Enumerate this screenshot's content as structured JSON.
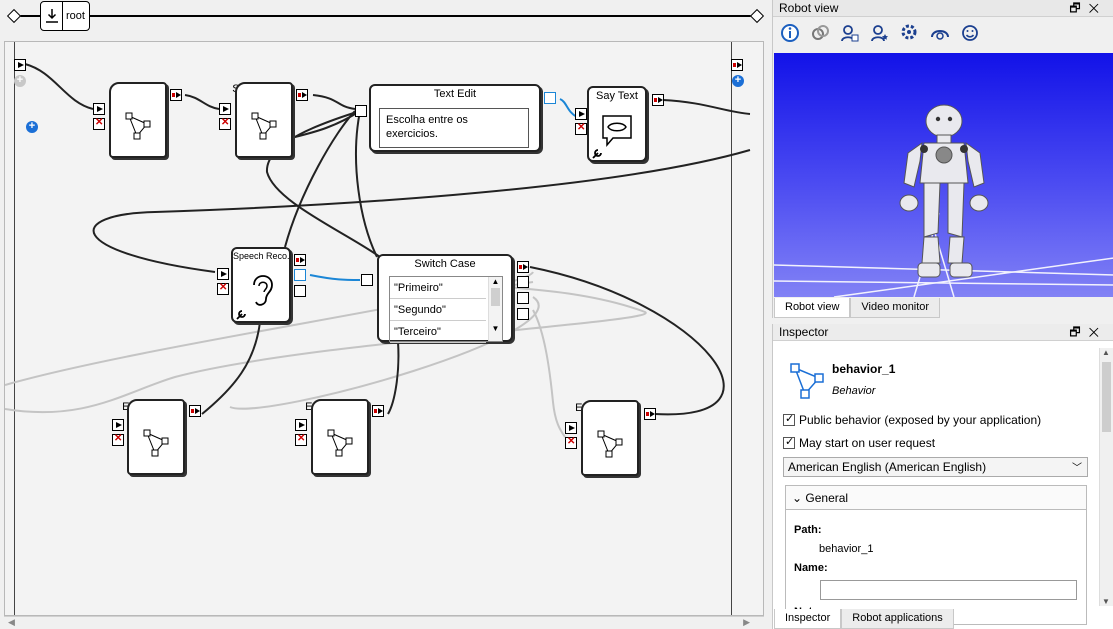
{
  "breadcrumb": {
    "root_label": "root"
  },
  "boxes": {
    "setup": "Setup",
    "startcond": "StartCond",
    "textedit": "Text Edit",
    "textedit_value": "Escolha entre os exercicios.",
    "saytext": "Say Text",
    "speechreco": "Speech Reco.",
    "switchcase": "Switch Case",
    "switch_items": [
      "\"Primeiro\"",
      "\"Segundo\"",
      "\"Terceiro\""
    ],
    "ex1": "Exercicio 1",
    "ex2": "Exercicio 2",
    "ex3": "Exercicio 3"
  },
  "robot_panel": {
    "title": "Robot view",
    "tabs": [
      "Robot view",
      "Video monitor"
    ],
    "toolbar_icons": [
      "info-icon",
      "chain-icon",
      "lock-person-icon",
      "star-person-icon",
      "gear-person-icon",
      "motion-icon",
      "face-icon"
    ]
  },
  "inspector": {
    "title": "Inspector",
    "behavior_name": "behavior_1",
    "behavior_type": "Behavior",
    "public_behavior": "Public behavior (exposed by your application)",
    "may_start": "May start on user request",
    "language": "American English (American English)",
    "group_title": "General",
    "path_label": "Path:",
    "path_value": "behavior_1",
    "name_label": "Name:",
    "name_value": "",
    "tabs": [
      "Inspector",
      "Robot applications"
    ]
  },
  "colors": {
    "accent": "#1b6fd6",
    "wire_blue": "#1b86d6",
    "viewport_blue": "#2323ee"
  }
}
